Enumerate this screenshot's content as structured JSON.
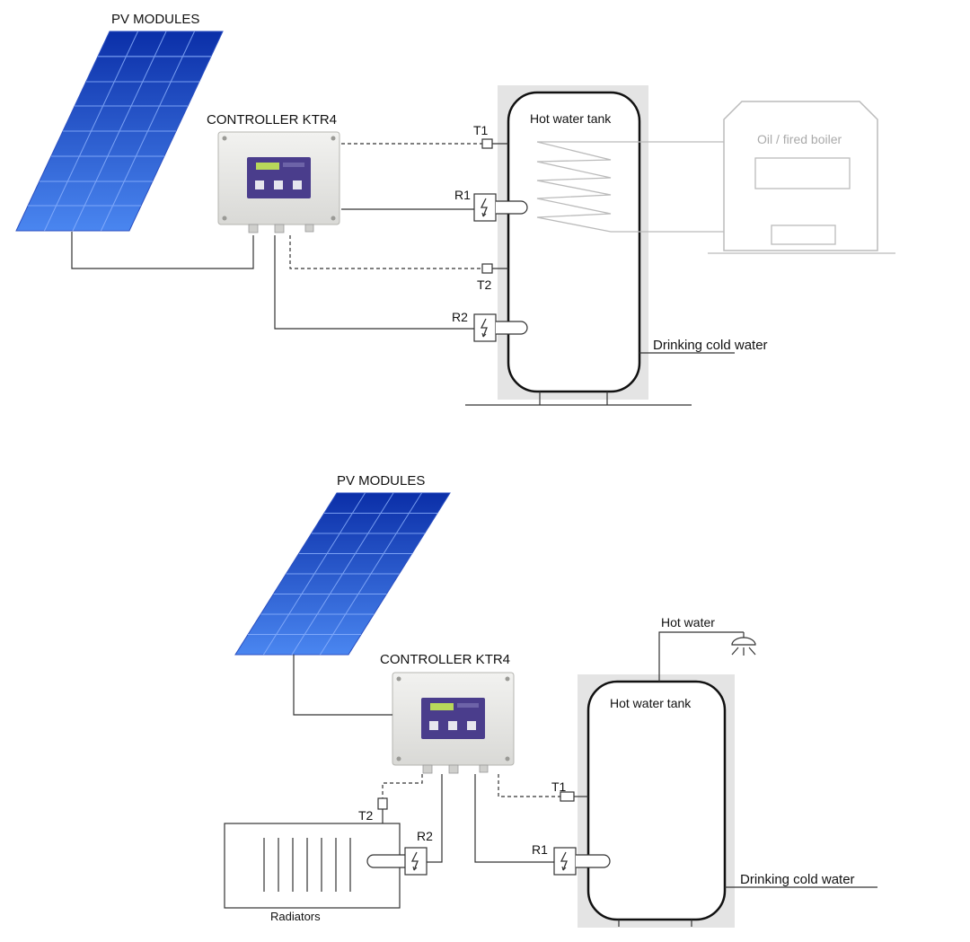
{
  "top": {
    "pv_label": "PV MODULES",
    "controller_label": "CONTROLLER KTR4",
    "tank_label": "Hot water tank",
    "boiler_label": "Oil / fired boiler",
    "t1": "T1",
    "t2": "T2",
    "r1": "R1",
    "r2": "R2",
    "cold_water": "Drinking cold water"
  },
  "bottom": {
    "pv_label": "PV MODULES",
    "controller_label": "CONTROLLER KTR4",
    "tank_label": "Hot water tank",
    "hot_water": "Hot water",
    "t1": "T1",
    "t2": "T2",
    "r1": "R1",
    "r2": "R2",
    "cold_water": "Drinking cold water",
    "radiators": "Radiators"
  },
  "colors": {
    "panel_light": "#4a86f0",
    "panel_dark": "#0b2fa8",
    "controller_display": "#4a3d8c",
    "lcd": "#b8d85a",
    "tank_bg": "#e4e4e4",
    "boiler": "#bbbbbb"
  },
  "icons": [
    "heater-bolt-icon",
    "shower-icon"
  ]
}
